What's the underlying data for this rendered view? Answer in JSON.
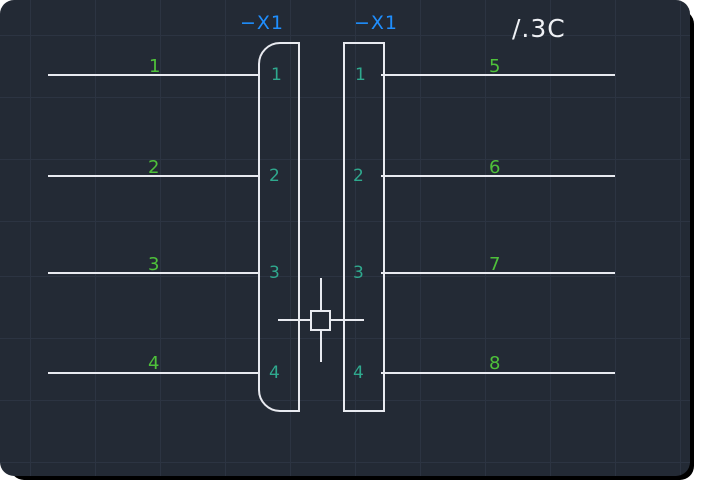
{
  "canvas": {
    "background_color": "#232a35",
    "grid_color": "#2c3442",
    "line_color": "#e8eaf0"
  },
  "colors": {
    "designator": "#1f8fff",
    "terminal": "#2fa98e",
    "wire_label": "#4ec13a",
    "annotation": "#eef0f4"
  },
  "connectors": [
    {
      "designator": "−X1",
      "shape": "rounded-left",
      "terminals": [
        "1",
        "2",
        "3",
        "4"
      ]
    },
    {
      "designator": "−X1",
      "shape": "square",
      "terminals": [
        "1",
        "2",
        "3",
        "4"
      ]
    }
  ],
  "wires_left": [
    {
      "label": "1"
    },
    {
      "label": "2"
    },
    {
      "label": "3"
    },
    {
      "label": "4"
    }
  ],
  "wires_right": [
    {
      "label": "5"
    },
    {
      "label": "6"
    },
    {
      "label": "7"
    },
    {
      "label": "8"
    }
  ],
  "annotations": [
    {
      "text": "/.3C"
    }
  ],
  "jumper": {
    "name": "link-symbol"
  }
}
